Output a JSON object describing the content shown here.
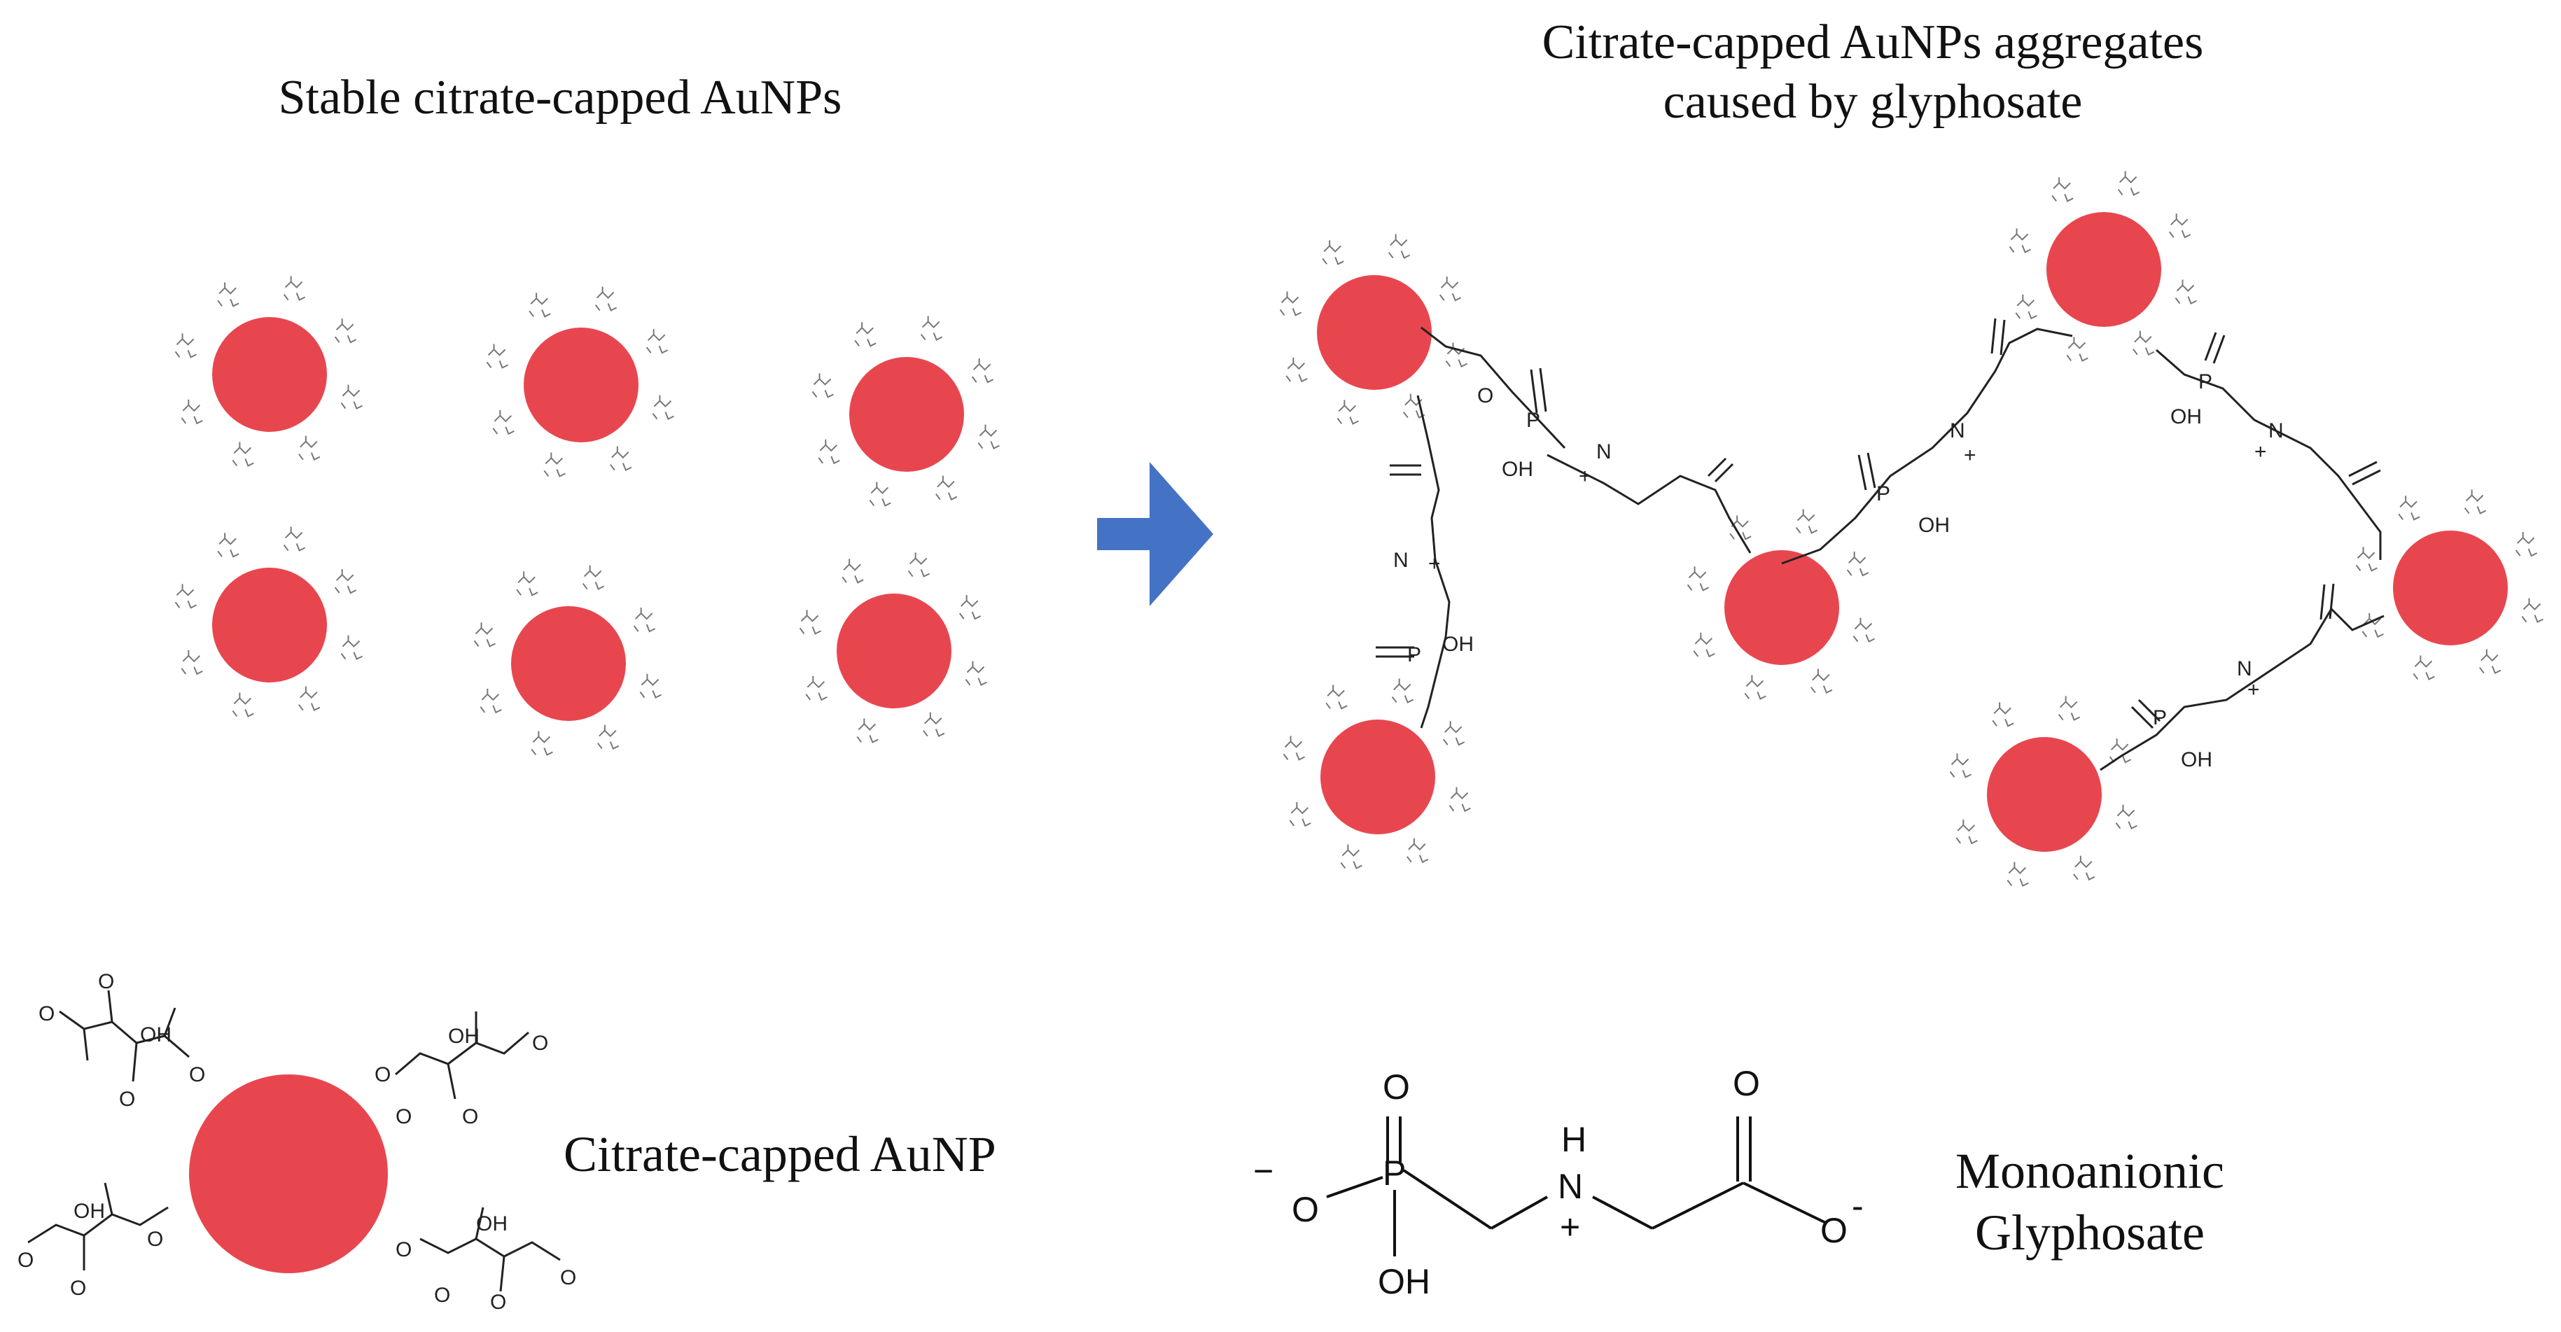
{
  "captions": {
    "stable": "Stable citrate-capped AuNPs",
    "aggregates_line1": "Citrate-capped AuNPs aggregates",
    "aggregates_line2": "caused by glyphosate",
    "capped_aunp": "Citrate-capped AuNP",
    "mono_line1": "Monoanionic",
    "mono_line2": "Glyphosate"
  },
  "atoms": {
    "O": "O",
    "O_minus": "O",
    "OH": "OH",
    "P": "P",
    "N": "N",
    "H": "H",
    "plus": "+",
    "minus": "−",
    "minus_sup": "-"
  },
  "colors": {
    "nanoparticle": "#e8464f",
    "arrow": "#4472c4",
    "bond": "#222222",
    "ligand": "#777777"
  }
}
